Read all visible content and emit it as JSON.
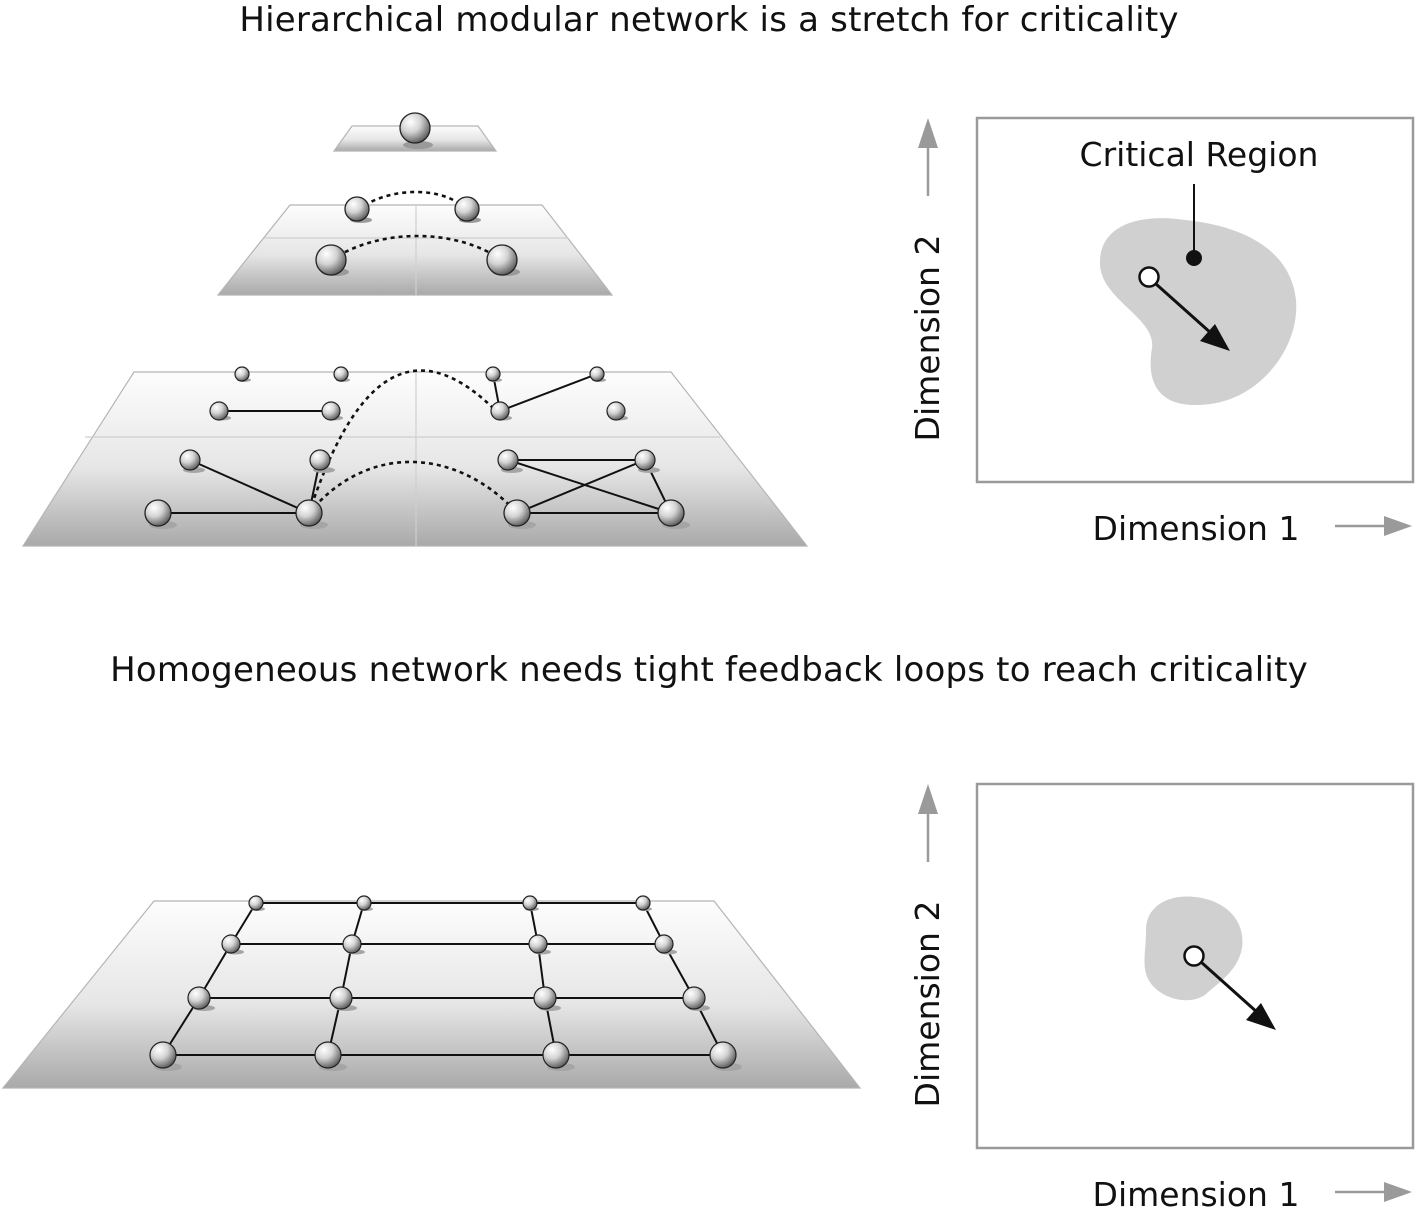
{
  "titles": {
    "top": "Hierarchical modular network is a stretch for criticality",
    "bottom": "Homogeneous network needs tight feedback loops to reach criticality"
  },
  "panels": {
    "top": {
      "xlabel": "Dimension 1",
      "ylabel": "Dimension 2",
      "region_label": "Critical Region"
    },
    "bottom": {
      "xlabel": "Dimension 1",
      "ylabel": "Dimension 2"
    }
  },
  "colors": {
    "region_fill": "#d0d0d0",
    "frame_stroke": "#9a9a9a",
    "axis_arrow": "#9a9a9a",
    "ink": "#111111"
  }
}
